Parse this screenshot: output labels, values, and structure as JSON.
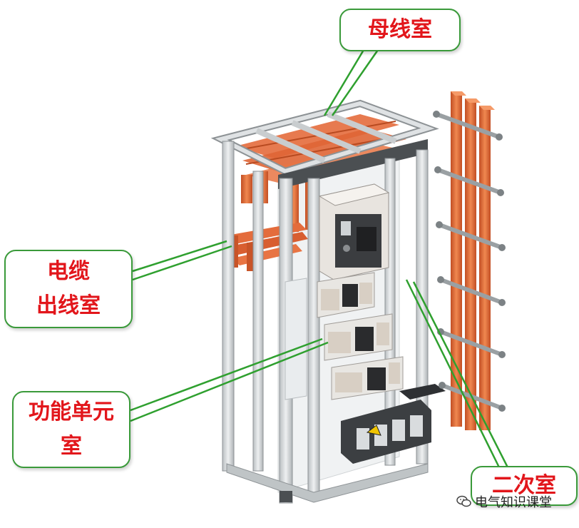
{
  "labels": {
    "busbar_chamber": "母线室",
    "cable_outlet_line1": "电缆",
    "cable_outlet_line2": "出线室",
    "functional_unit_line1": "功能单元",
    "functional_unit_line2": "室",
    "secondary_chamber": "二次室"
  },
  "watermark": {
    "text": "电气知识课堂",
    "icon": "wechat-bubbles-icon"
  },
  "colors": {
    "label_text": "#e2161b",
    "callout_border": "#3a9a3a",
    "leader_line": "#2fa02f",
    "copper": "#e06a3a",
    "frame": "#cfd4d6",
    "frame_dark": "#5a5f62"
  }
}
